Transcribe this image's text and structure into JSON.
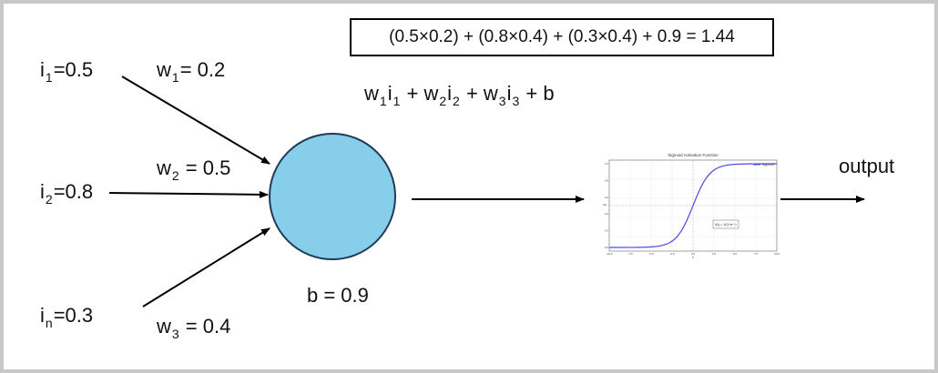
{
  "formula_numeric": "(0.5×0.2) + (0.8×0.4) + (0.3×0.4)  + 0.9 = 1.44",
  "formula_symbolic": {
    "w1": "w",
    "w1_sub": "1",
    "i1": "i",
    "i1_sub": "1",
    "plus1": " + ",
    "w2": "w",
    "w2_sub": "2",
    "i2": "i",
    "i2_sub": "2",
    "plus2": " + ",
    "w3": "w",
    "w3_sub": "3",
    "i3": "i",
    "i3_sub": "3",
    "plus3": " + ",
    "b": "b"
  },
  "inputs": [
    {
      "sym": "i",
      "sub": "1",
      "value": "=0.5"
    },
    {
      "sym": "i",
      "sub": "2",
      "value": "=0.8"
    },
    {
      "sym": "i",
      "sub": "n",
      "value": "=0.3"
    }
  ],
  "weights": [
    {
      "sym": "w",
      "sub": "1",
      "value": "= 0.2"
    },
    {
      "sym": "w",
      "sub": "2",
      "value": " = 0.5"
    },
    {
      "sym": "w",
      "sub": "3",
      "value": " = 0.4"
    }
  ],
  "bias": "b = 0.9",
  "output_label": "output",
  "colors": {
    "neuron_fill": "#87ceeb",
    "neuron_stroke": "#1f3b57",
    "sigmoid_curve": "#4a4adf"
  },
  "sigmoid_plot": {
    "title": "Sigmoid Activation Function",
    "legend": "Sigmoid",
    "formula": "f(x) = 1/(1+e⁻ˣ)",
    "xlabel": "x",
    "ylabel": "f(x)",
    "xticks": [
      "-10.0",
      "-7.5",
      "-5.0",
      "-2.5",
      "0.0",
      "2.5",
      "5.0",
      "7.5",
      "10.0"
    ],
    "yticks": [
      "0.0",
      "0.2",
      "0.4",
      "0.6",
      "0.8",
      "1.0"
    ]
  }
}
